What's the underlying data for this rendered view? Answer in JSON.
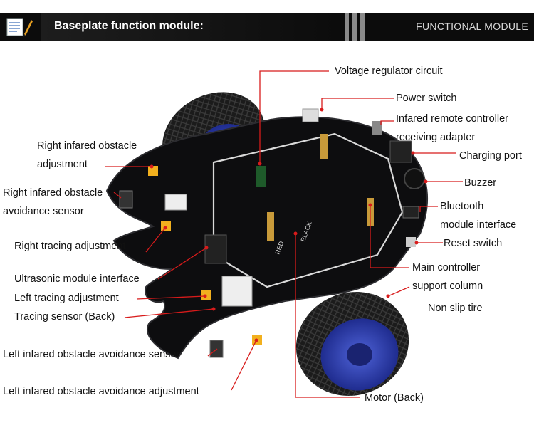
{
  "header": {
    "title": "Baseplate function module:",
    "right_title": "FUNCTIONAL MODULE"
  },
  "labels": {
    "voltage_regulator": "Voltage regulator circuit",
    "power_switch": "Power switch",
    "ir_remote_1": "Infared remote controller",
    "ir_remote_2": "receiving adapter",
    "charging_port": "Charging port",
    "buzzer": "Buzzer",
    "bluetooth_1": "Bluetooth",
    "bluetooth_2": "module interface",
    "reset_switch": "Reset switch",
    "main_controller_1": "Main controller",
    "main_controller_2": "support column",
    "non_slip_tire": "Non slip tire",
    "motor_back": "Motor (Back)",
    "right_ir_adj_1": "Right infared obstacle",
    "right_ir_adj_2": "adjustment",
    "right_ir_sensor_1": "Right infared obstacle",
    "right_ir_sensor_2": "avoidance sensor",
    "right_tracing_adj": "Right tracing adjustment",
    "ultrasonic": "Ultrasonic module interface",
    "left_tracing_adj": "Left tracing adjustment",
    "tracing_sensor": "Tracing sensor (Back)",
    "left_ir_sensor": "Left infared obstacle avoidance sensor",
    "left_ir_adj": "Left infared obstacle avoidance  adjustment"
  },
  "board": {
    "silkscreen_black": "BLACK",
    "silkscreen_red": "RED"
  },
  "colors": {
    "banner": "#0c0c0c",
    "pointer": "#d81b1b",
    "board": "#0d0d0f",
    "wheel_hub": "#2d3fb5",
    "tire": "#1a1a1a"
  }
}
